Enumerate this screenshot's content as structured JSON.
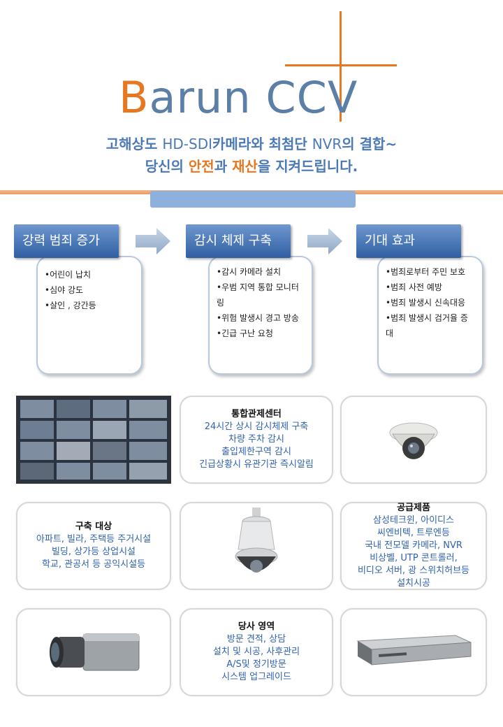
{
  "header": {
    "logo_part1": "Barun CC",
    "logo_part2": "V",
    "tagline1_a": "고해상도 ",
    "tagline1_b": "HD-SDI",
    "tagline1_c": "카메라와 최첨단 ",
    "tagline1_d": "NVR",
    "tagline1_e": "의 결합~",
    "tagline2_a": "당신의 ",
    "tagline2_b": "안전",
    "tagline2_c": "과 ",
    "tagline2_d": "재산",
    "tagline2_e": "을 지켜드립니다."
  },
  "flow": [
    {
      "title": "강력 범죄 증가",
      "items": [
        "•어린이 납치",
        "•심야 강도",
        "•살인 , 강간등"
      ]
    },
    {
      "title": "감시 체제 구축",
      "items": [
        "•감시 카메라 설치",
        "•우범 지역 통합 모니터링",
        "•위험 발생시 경고 방송",
        "•긴급 구난 요청"
      ]
    },
    {
      "title": "기대 효과",
      "items": [
        "•범죄로부터 주민 보호",
        "•범죄 사전 예방",
        "•범죄 발생시 신속대응",
        "•범죄 발생시 검거율 증대"
      ]
    }
  ],
  "tiles": {
    "control_center": {
      "title": "통합관제센터",
      "lines": [
        "24시간 상시 감시체제 구축",
        "차량 주차 감시",
        "출입제한구역 감시",
        "긴급상황시 유관기관 즉시알림"
      ]
    },
    "targets": {
      "title": "구축 대상",
      "lines": [
        "아파트, 빌라, 주택등 주거시설",
        "빌딩, 상가등 상업시설",
        "학교, 관공서 등 공익시설등"
      ]
    },
    "products": {
      "title": "공급제품",
      "lines": [
        "삼성테크윈, 아이디스",
        "씨엔비텍, 트루엔등",
        "국내 전모델 카메라, NVR",
        "비상벨, UTP 콘트롤러,",
        "비디오 서버, 광 스위치허브등",
        "설치시공"
      ]
    },
    "services": {
      "title": "당사 영역",
      "lines": [
        "방문 견적, 상담",
        "설치 및 시공, 사후관리",
        "A/S및 정기방문",
        "시스템 업그레이드"
      ]
    }
  },
  "images": {
    "monitor": "cctv-monitor-wall",
    "dome": "dome-camera",
    "ptz": "ptz-speed-dome-camera",
    "box": "box-camera",
    "nvr": "nvr-recorder"
  },
  "colors": {
    "orange": "#e87722",
    "blue": "#4b79b6",
    "dark_blue": "#2f5fa3",
    "text_blue": "#2f62b0"
  }
}
